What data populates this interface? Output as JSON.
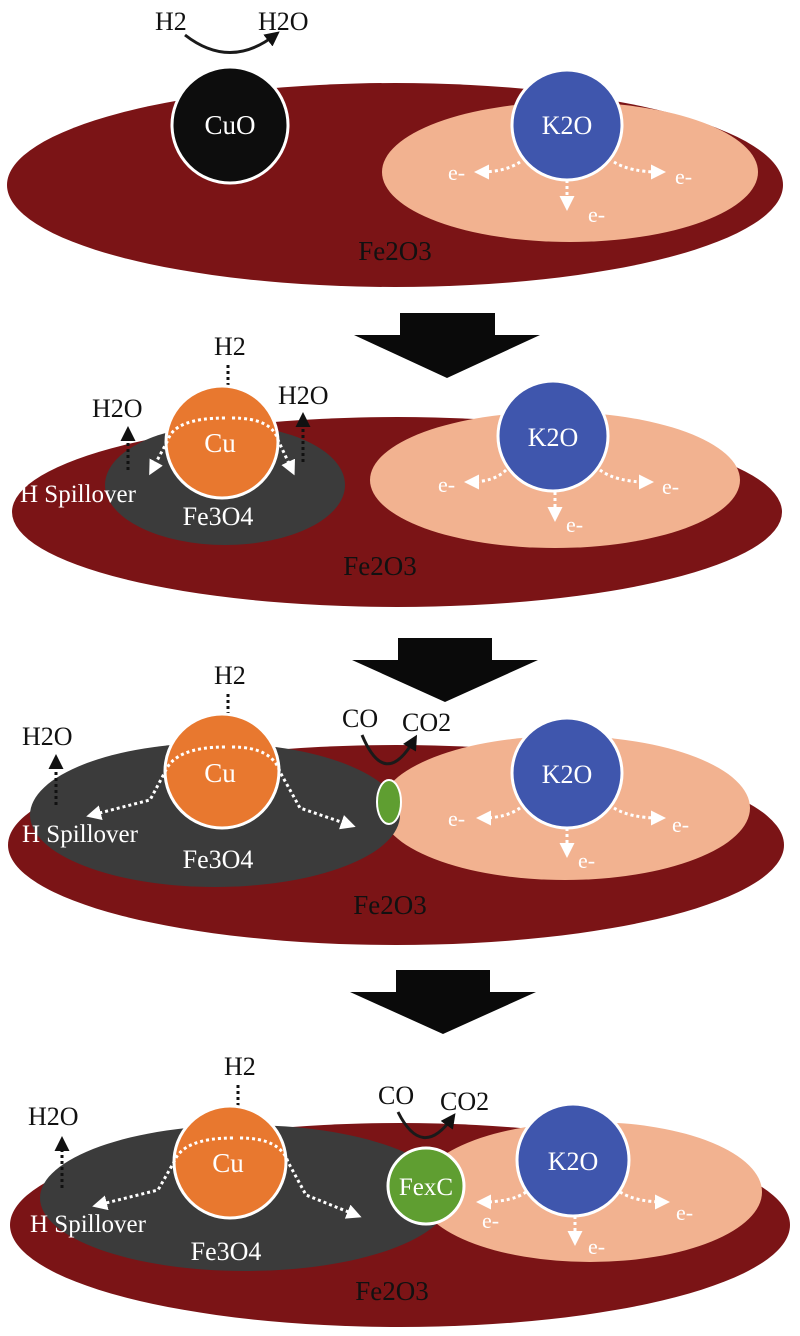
{
  "colors": {
    "fe2o3": "#7b1416",
    "k2o_zone": "#f2b290",
    "k2o": "#3f56ad",
    "cuo": "#0d0d0d",
    "cu": "#e8782f",
    "fe3o4": "#3b3b3b",
    "fexc": "#5f9e31",
    "arrow": "#1a1a1a"
  },
  "panels": [
    {
      "stage": "initial",
      "h2": "H2",
      "h2o_top": "H2O",
      "copper": "CuO",
      "k2o": "K2O",
      "e1": "e-",
      "e2": "e-",
      "e3": "e-",
      "support": "Fe2O3"
    },
    {
      "stage": "cu-reduction",
      "h2": "H2",
      "h2o_left": "H2O",
      "h2o_right": "H2O",
      "copper": "Cu",
      "spillover": "H Spillover",
      "fe3o4": "Fe3O4",
      "k2o": "K2O",
      "e1": "e-",
      "e2": "e-",
      "e3": "e-",
      "support": "Fe2O3"
    },
    {
      "stage": "carburization-start",
      "h2": "H2",
      "h2o_left": "H2O",
      "co": "CO",
      "co2": "CO2",
      "copper": "Cu",
      "spillover": "H Spillover",
      "fe3o4": "Fe3O4",
      "k2o": "K2O",
      "e1": "e-",
      "e2": "e-",
      "e3": "e-",
      "support": "Fe2O3"
    },
    {
      "stage": "iron-carbide",
      "h2": "H2",
      "h2o_left": "H2O",
      "co": "CO",
      "co2": "CO2",
      "copper": "Cu",
      "fexc": "FexC",
      "spillover": "H Spillover",
      "fe3o4": "Fe3O4",
      "k2o": "K2O",
      "e1": "e-",
      "e2": "e-",
      "e3": "e-",
      "support": "Fe2O3"
    }
  ]
}
